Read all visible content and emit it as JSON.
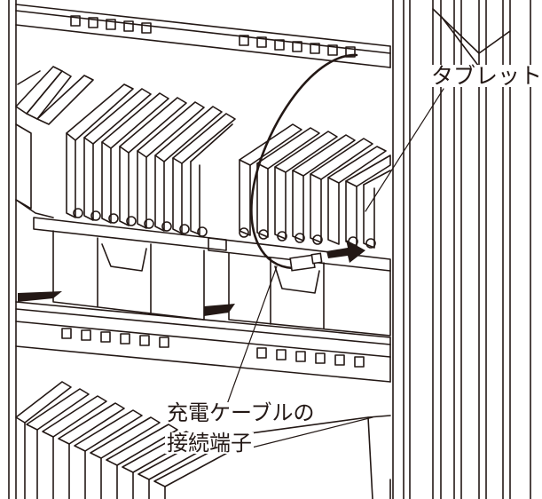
{
  "labels": {
    "tablet": "タブレット",
    "connector_line1": "充電ケーブルの",
    "connector_line2": "接続端子"
  },
  "colors": {
    "line": "#231815",
    "floor": "#231815",
    "background": "#ffffff",
    "arrow": "#231815"
  },
  "icons": {
    "insert_arrow": "arrow-right-icon"
  }
}
